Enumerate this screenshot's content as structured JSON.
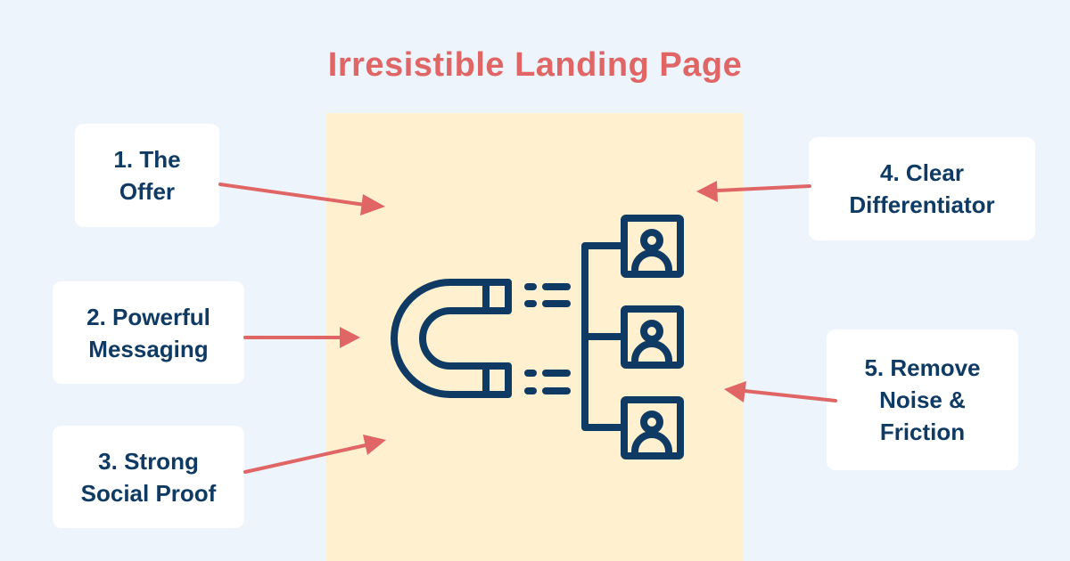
{
  "title": "Irresistible Landing Page",
  "colors": {
    "background": "#eef4fb",
    "panel": "#fff1cf",
    "card": "#ffffff",
    "title": "#e06666",
    "text": "#0e3a63",
    "arrow": "#e06666",
    "icon": "#0e3a63"
  },
  "cards": [
    {
      "id": "card-1",
      "lines": [
        "1. The",
        "Offer"
      ]
    },
    {
      "id": "card-2",
      "lines": [
        "2. Powerful",
        "Messaging"
      ]
    },
    {
      "id": "card-3",
      "lines": [
        "3. Strong",
        "Social Proof"
      ]
    },
    {
      "id": "card-4",
      "lines": [
        "4. Clear",
        "Differentiator"
      ]
    },
    {
      "id": "card-5",
      "lines": [
        "5. Remove",
        "Noise &",
        "Friction"
      ]
    }
  ],
  "icons": {
    "central": "magnet-attracting-users-icon",
    "users": [
      "user-profile-icon",
      "user-profile-icon",
      "user-profile-icon"
    ]
  }
}
